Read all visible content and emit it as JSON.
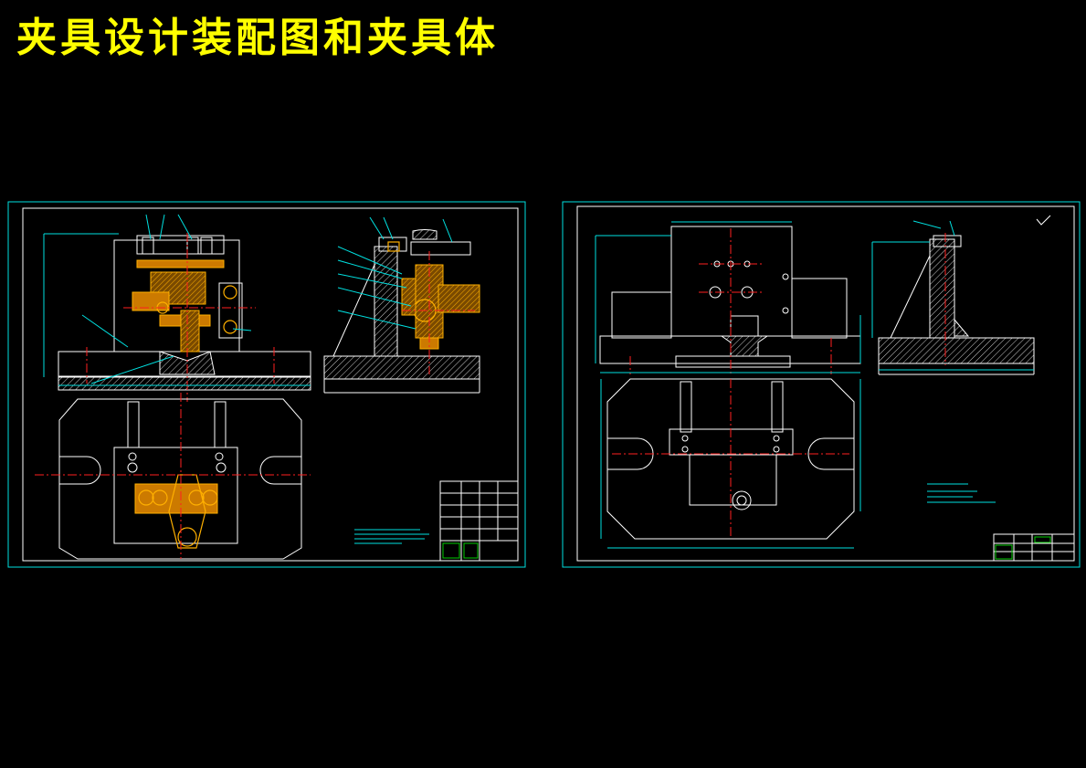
{
  "title": "夹具设计装配图和夹具体",
  "colors": {
    "background": "#000000",
    "title": "#ffff00",
    "frame": "#00e0e0",
    "outline": "#ffffff",
    "centerline": "#ff2020",
    "part_highlight": "#ffb000",
    "table_accent": "#00cc00"
  },
  "sheets": [
    {
      "name": "assembly-drawing"
    },
    {
      "name": "fixture-body-drawing"
    }
  ]
}
